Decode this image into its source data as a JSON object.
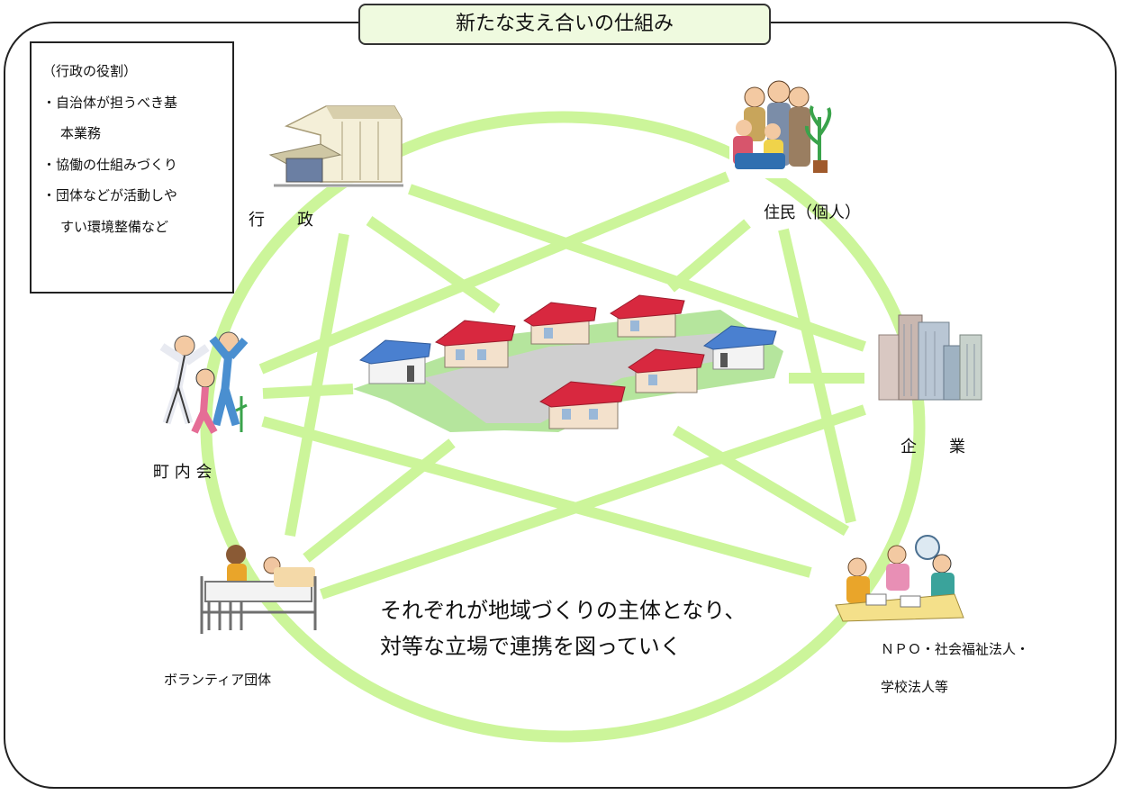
{
  "title": "新たな支え合いの仕組み",
  "role_box": {
    "heading": "（行政の役割）",
    "line1": "・自治体が担うべき基",
    "line2": "本業務",
    "line3": "・協働の仕組みづくり",
    "line4": "・団体などが活動しや",
    "line5": "すい環境整備など"
  },
  "nodes": {
    "gyosei": "行　　政",
    "jumin": "住民（個人）",
    "kigyo": "企　　業",
    "chonaikai": "町 内 会",
    "volunteer": "ボランティア団体",
    "npo_line1": "ＮＰＯ・社会福祉法人・",
    "npo_line2": "学校法人等"
  },
  "caption": {
    "line1": "それぞれが地域づくりの主体となり、",
    "line2": "対等な立場で連携を図っていく"
  },
  "colors": {
    "ring": "#ccf59a",
    "title_bg": "#effadf",
    "frame": "#222222"
  }
}
